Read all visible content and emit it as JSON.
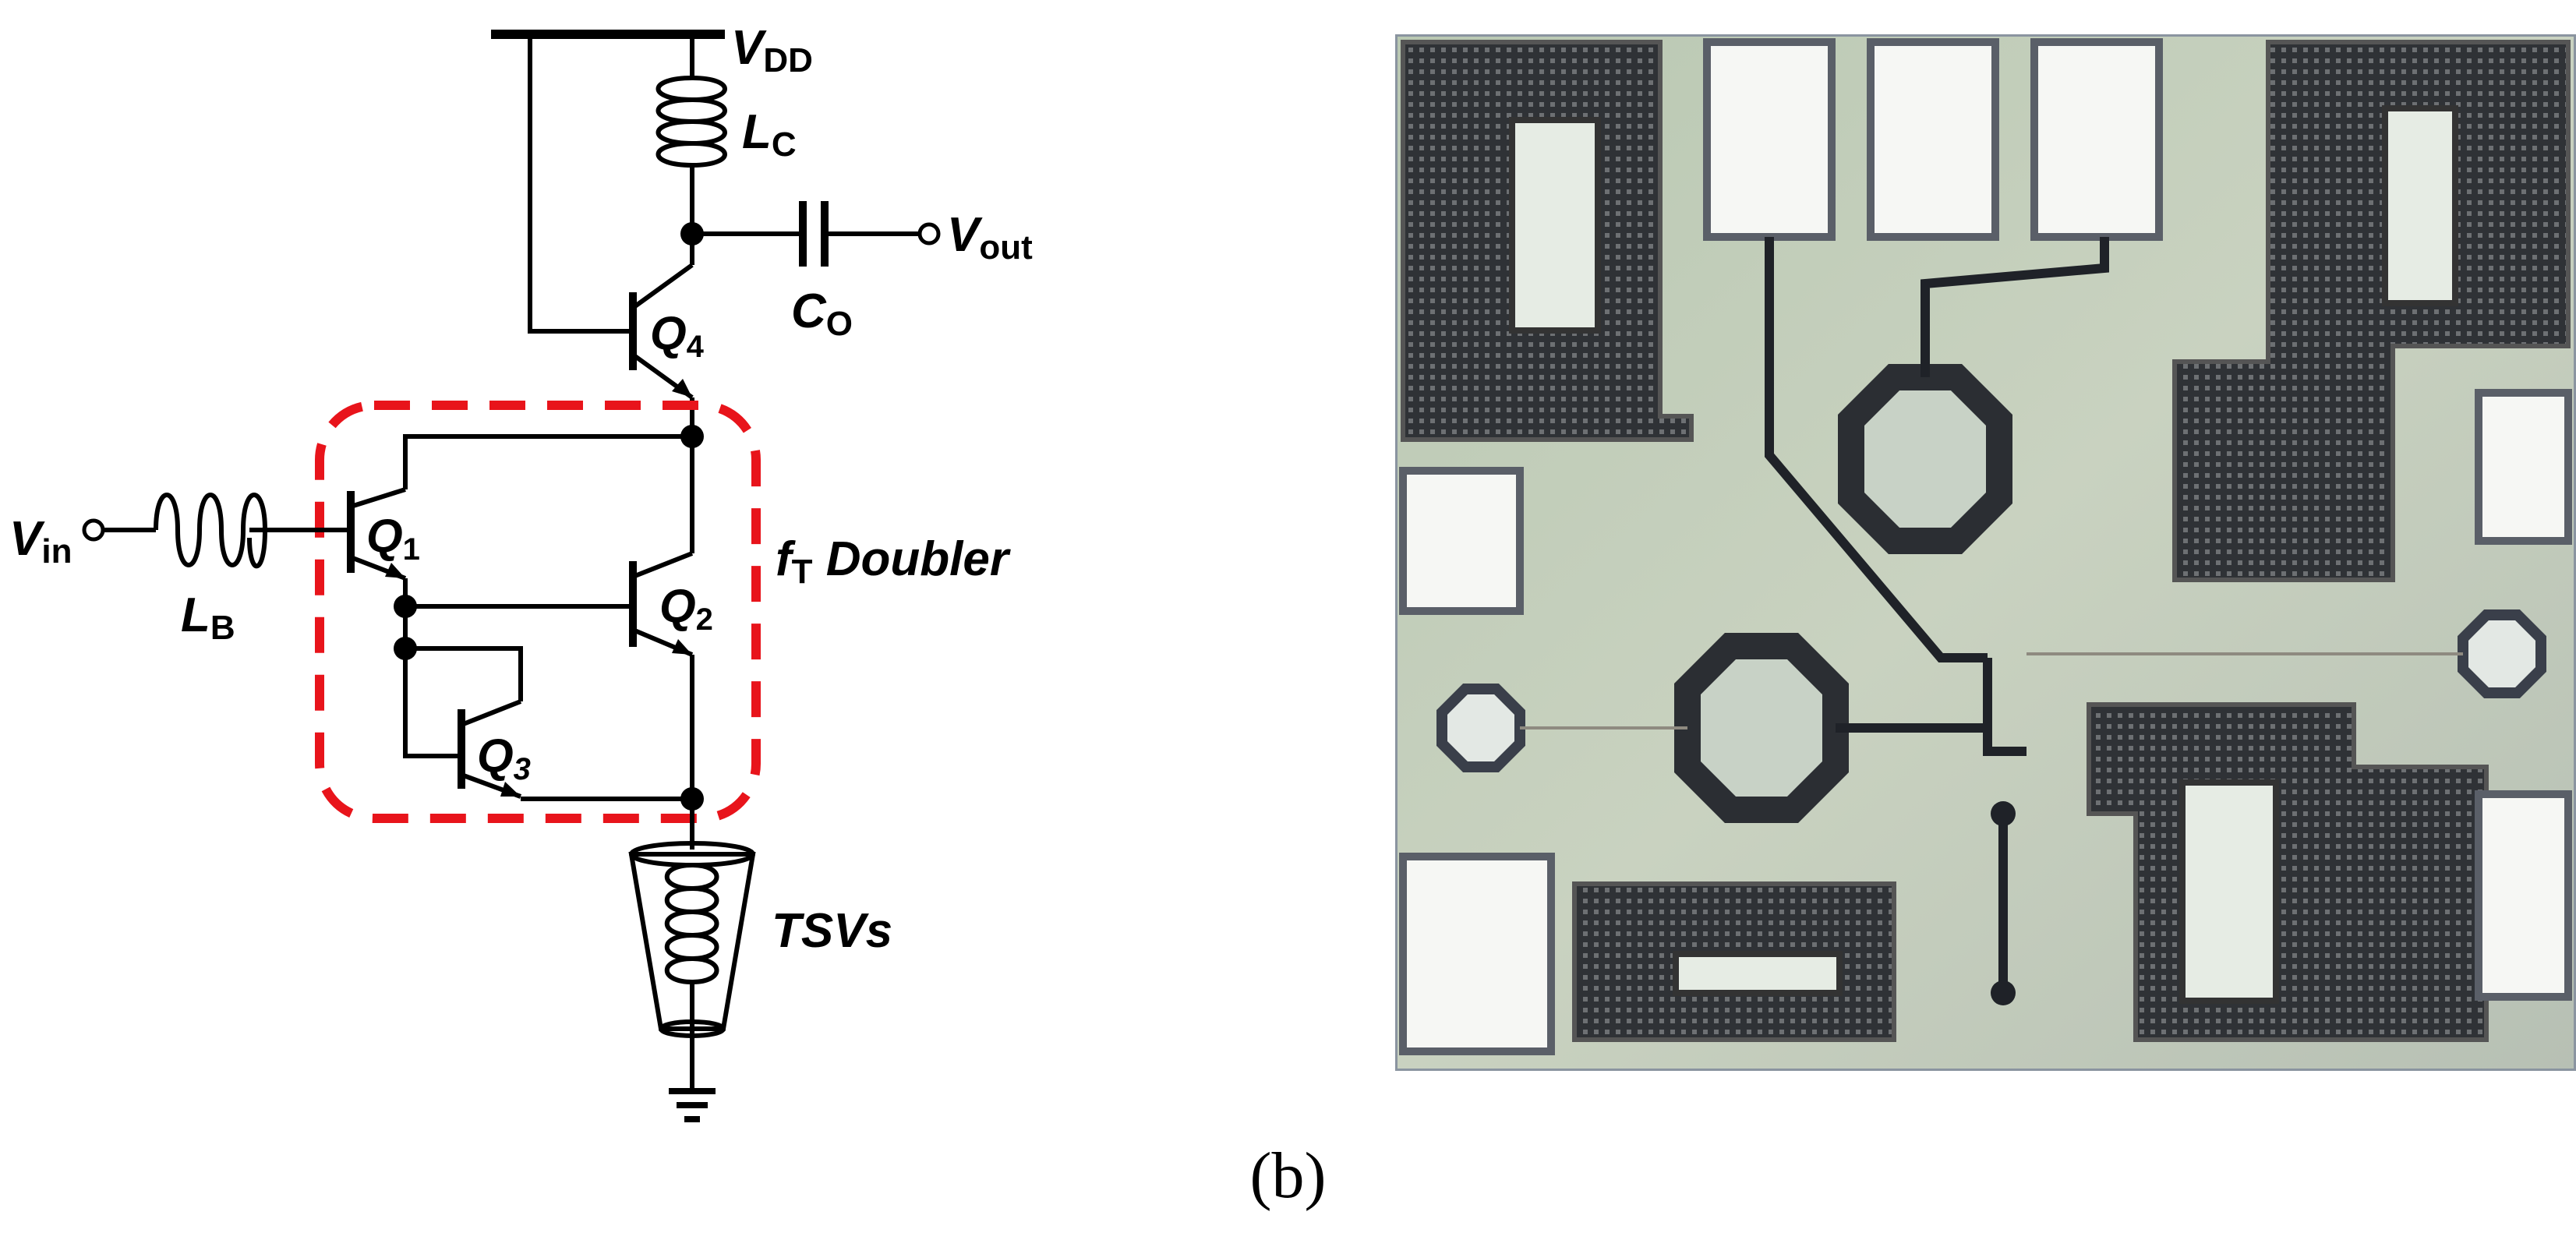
{
  "caption": "(b)",
  "schematic": {
    "vdd": {
      "main": "V",
      "sub": "DD"
    },
    "lc": {
      "main": "L",
      "sub": "C"
    },
    "co": {
      "main": "C",
      "sub": "O"
    },
    "vout": {
      "main": "V",
      "sub": "out"
    },
    "vin": {
      "main": "V",
      "sub": "in"
    },
    "lb": {
      "main": "L",
      "sub": "B"
    },
    "q1": {
      "main": "Q",
      "sub": "1"
    },
    "q2": {
      "main": "Q",
      "sub": "2"
    },
    "q3": {
      "main": "Q",
      "sub": "3"
    },
    "q4": {
      "main": "Q",
      "sub": "4"
    },
    "doubler": {
      "main": "f",
      "sub": "T",
      "rest": " Doubler"
    },
    "tsvs": "TSVs"
  },
  "colors": {
    "highlight_box": "#e8141b",
    "wire": "#000000"
  },
  "micrograph": {
    "description_icon": "chip-micrograph"
  }
}
